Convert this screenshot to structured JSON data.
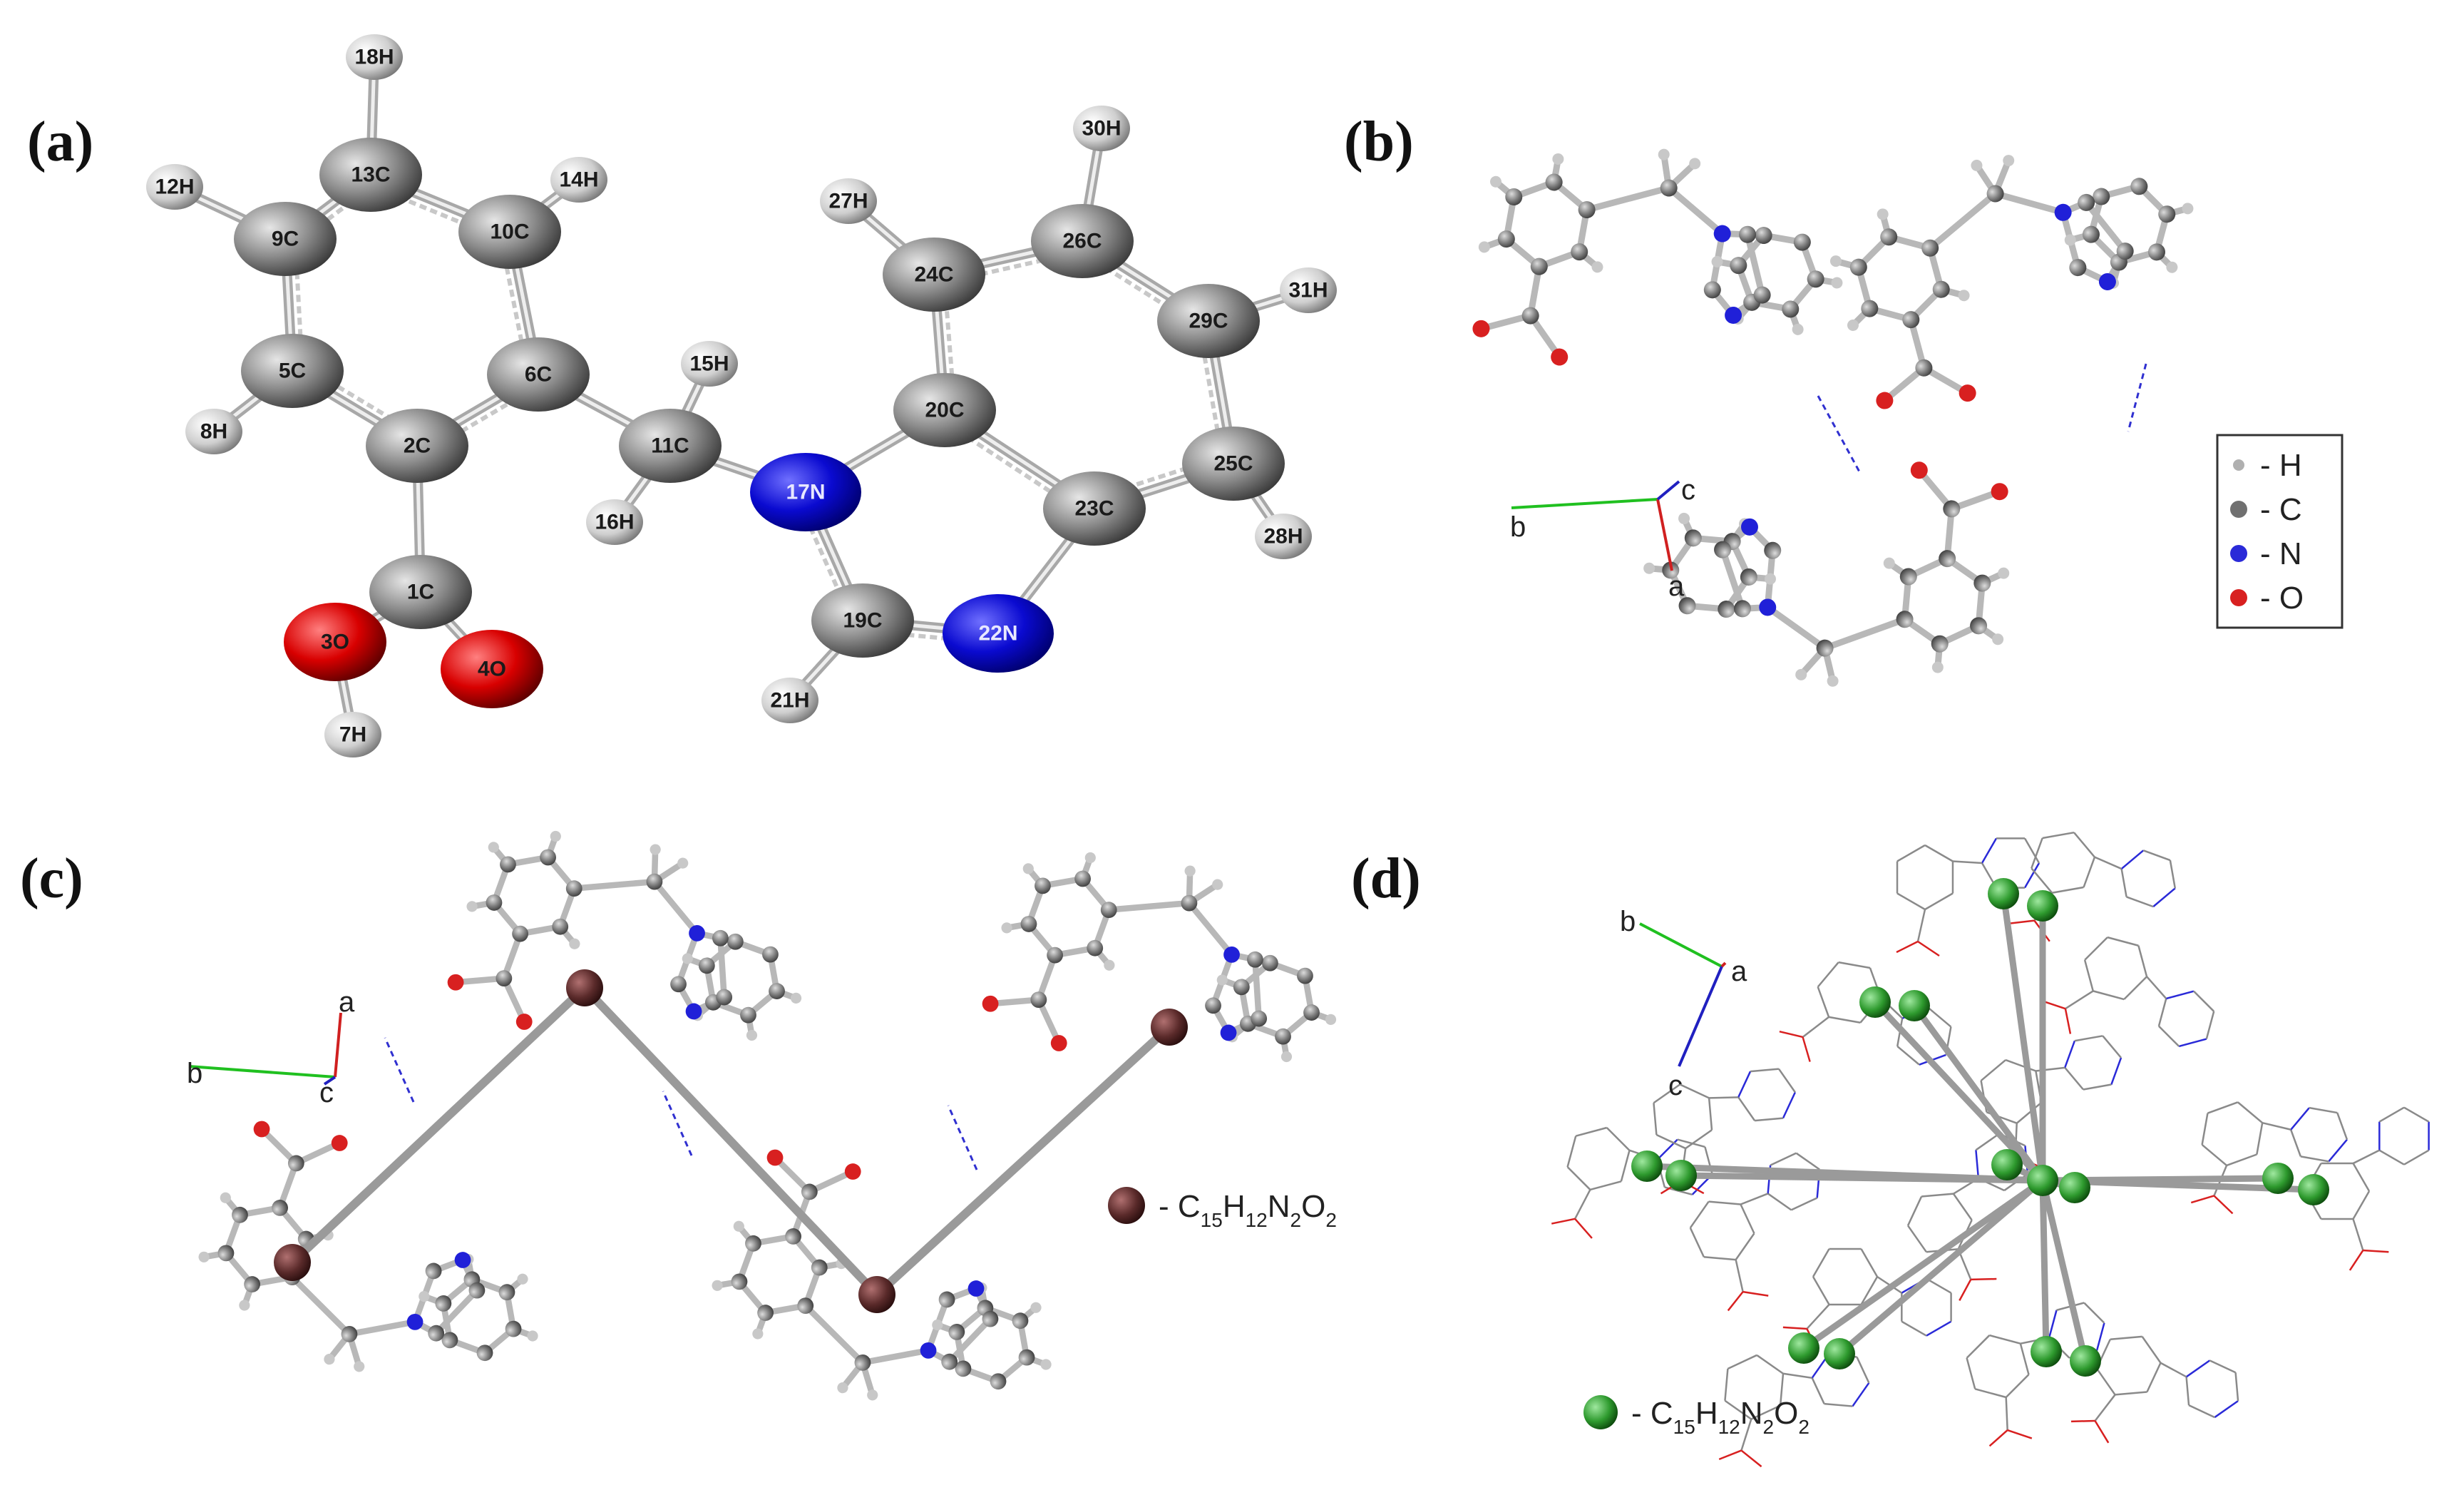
{
  "panels": {
    "a": {
      "label": "(a)"
    },
    "b": {
      "label": "(b)"
    },
    "c": {
      "label": "(c)"
    },
    "d": {
      "label": "(d)"
    }
  },
  "atoms_a": [
    {
      "id": "1C",
      "el": "C"
    },
    {
      "id": "2C",
      "el": "C"
    },
    {
      "id": "3O",
      "el": "O"
    },
    {
      "id": "4O",
      "el": "O"
    },
    {
      "id": "5C",
      "el": "C"
    },
    {
      "id": "6C",
      "el": "C"
    },
    {
      "id": "7H",
      "el": "H"
    },
    {
      "id": "8H",
      "el": "H"
    },
    {
      "id": "9C",
      "el": "C"
    },
    {
      "id": "10C",
      "el": "C"
    },
    {
      "id": "11C",
      "el": "C"
    },
    {
      "id": "12H",
      "el": "H"
    },
    {
      "id": "13C",
      "el": "C"
    },
    {
      "id": "14H",
      "el": "H"
    },
    {
      "id": "15H",
      "el": "H"
    },
    {
      "id": "16H",
      "el": "H"
    },
    {
      "id": "17N",
      "el": "N"
    },
    {
      "id": "18H",
      "el": "H"
    },
    {
      "id": "19C",
      "el": "C"
    },
    {
      "id": "20C",
      "el": "C"
    },
    {
      "id": "21H",
      "el": "H"
    },
    {
      "id": "22N",
      "el": "N"
    },
    {
      "id": "23C",
      "el": "C"
    },
    {
      "id": "24C",
      "el": "C"
    },
    {
      "id": "25C",
      "el": "C"
    },
    {
      "id": "26C",
      "el": "C"
    },
    {
      "id": "27H",
      "el": "H"
    },
    {
      "id": "28H",
      "el": "H"
    },
    {
      "id": "29C",
      "el": "C"
    },
    {
      "id": "30H",
      "el": "H"
    },
    {
      "id": "31H",
      "el": "H"
    }
  ],
  "legend_b": [
    {
      "symbol": "H",
      "text": "- H",
      "color": "#b0b0b0"
    },
    {
      "symbol": "C",
      "text": "- C",
      "color": "#707070"
    },
    {
      "symbol": "N",
      "text": "- N",
      "color": "#2a2ad8"
    },
    {
      "symbol": "O",
      "text": "- O",
      "color": "#d82020"
    }
  ],
  "axes": {
    "b": {
      "a": "a",
      "b": "b",
      "c": "c"
    },
    "c": {
      "a": "a",
      "b": "b",
      "c": "c"
    },
    "d": {
      "a": "a",
      "b": "b",
      "c": "c"
    }
  },
  "formula": {
    "prefix": "- C",
    "c": "15",
    "h_label": "H",
    "h": "12",
    "n_label": "N",
    "n": "2",
    "o_label": "O",
    "o": "2",
    "c_marker_color": "#5a2a2a",
    "d_marker_color": "#2e9a2e"
  },
  "colors": {
    "carbon": "#8a8a8a",
    "hydrogen": "#d6d6d6",
    "nitrogen": "#1010c8",
    "oxygen": "#d00000",
    "axis_a": "#d02020",
    "axis_b": "#20c020",
    "axis_c": "#2020c0"
  }
}
